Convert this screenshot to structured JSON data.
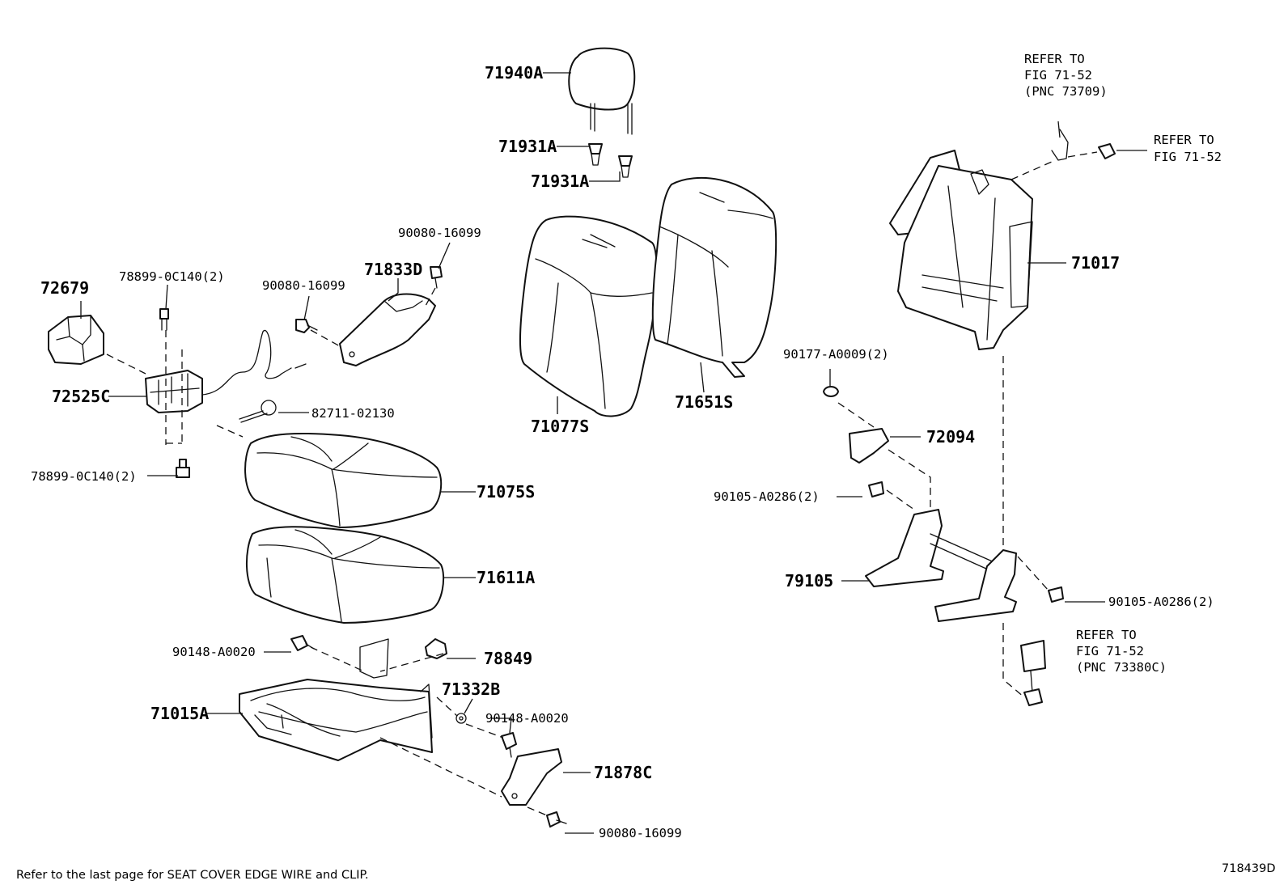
{
  "labels": {
    "p71940a": "71940A",
    "p71931a_1": "71931A",
    "p71931a_2": "71931A",
    "p90080_1": "90080-16099",
    "p90080_2": "90080-16099",
    "p90080_3": "90080-16099",
    "p71833d": "71833D",
    "p72679": "72679",
    "p78899_1": "78899-0C140(2)",
    "p78899_2": "78899-0C140(2)",
    "p72525c": "72525C",
    "p82711": "82711-02130",
    "p71077s": "71077S",
    "p71651s": "71651S",
    "p71075s": "71075S",
    "p71611a": "71611A",
    "p90148_1": "90148-A0020",
    "p90148_2": "90148-A0020",
    "p78849": "78849",
    "p71332b": "71332B",
    "p71015a": "71015A",
    "p71878c": "71878C",
    "p71017": "71017",
    "p90177": "90177-A0009(2)",
    "p72094": "72094",
    "p90105_1": "90105-A0286(2)",
    "p90105_2": "90105-A0286(2)",
    "p79105": "79105"
  },
  "refer_notes": {
    "top_1": "REFER TO",
    "top_2": "FIG 71-52",
    "top_3": "(PNC 73709)",
    "right_1": "REFER TO",
    "right_2": "FIG 71-52",
    "bottom_1": "REFER TO",
    "bottom_2": "FIG 71-52",
    "bottom_3": "(PNC 73380C)"
  },
  "footer": {
    "note": "Refer to the last page for SEAT COVER EDGE WIRE and CLIP.",
    "diagram_id": "718439D"
  }
}
